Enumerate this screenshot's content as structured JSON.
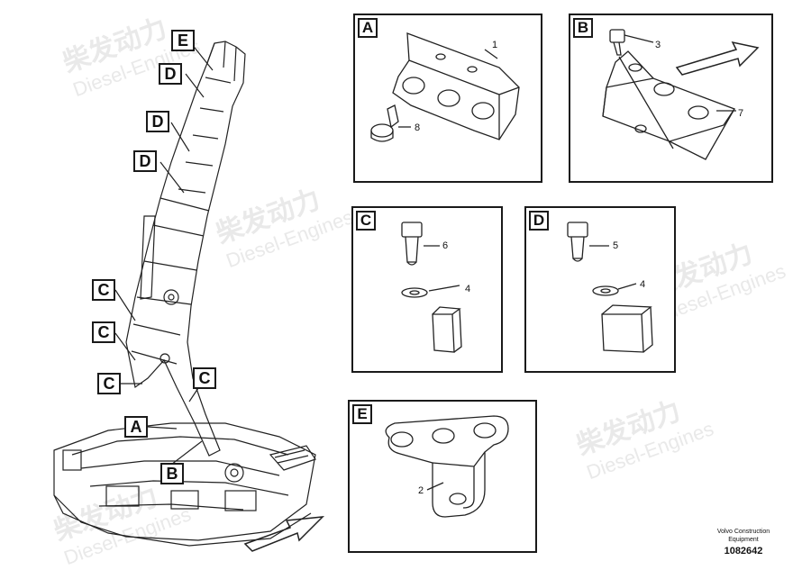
{
  "watermark": {
    "chinese": "柴发动力",
    "latin": "Diesel-Engines"
  },
  "callouts": {
    "e": "E",
    "d1": "D",
    "d2": "D",
    "d3": "D",
    "c1": "C",
    "c2": "C",
    "c3": "C",
    "c4": "C",
    "a": "A",
    "b": "B"
  },
  "panels": {
    "a": {
      "letter": "A",
      "part_top": "1",
      "part_bottom": "8"
    },
    "b": {
      "letter": "B",
      "part_top": "3",
      "part_right": "7"
    },
    "c": {
      "letter": "C",
      "part_top": "6",
      "part_mid": "4"
    },
    "d": {
      "letter": "D",
      "part_top": "5",
      "part_mid": "4"
    },
    "e": {
      "letter": "E",
      "part": "2"
    }
  },
  "caption": {
    "line1": "Volvo Construction",
    "line2": "Equipment",
    "code": "1082642"
  }
}
